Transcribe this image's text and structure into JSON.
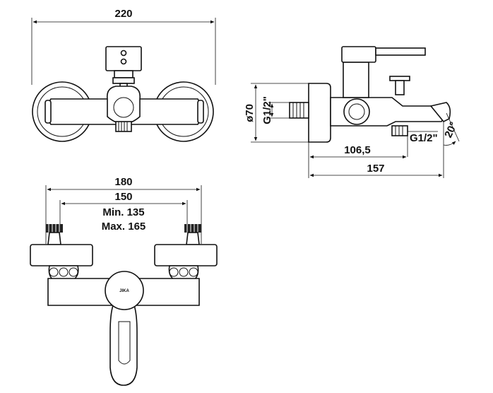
{
  "front_view": {
    "width_label": "220"
  },
  "side_view": {
    "diameter_label": "ø70",
    "inlet_thread_label": "G1/2\"",
    "outlet_thread_label": "G1/2\"",
    "spout_angle_label": "20°",
    "depth_label": "106,5",
    "total_depth_label": "157"
  },
  "top_view": {
    "overall_width_label": "180",
    "center_distance_label": "150",
    "min_label": "Min. 135",
    "max_label": "Max. 165",
    "brand_label": "JIKA"
  }
}
